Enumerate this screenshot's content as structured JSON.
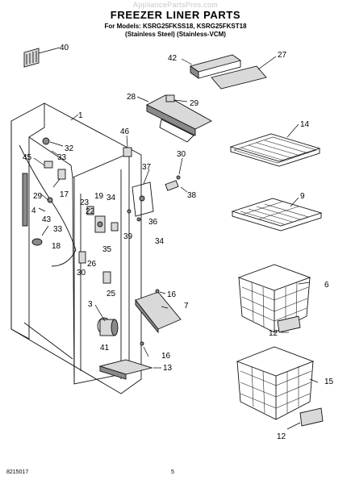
{
  "header": {
    "watermark": "AppliancePartsPros.com",
    "title": "FREEZER LINER PARTS",
    "models_line": "For Models: KSRG25FKSS18, KSRG25FKST18",
    "variants_line": "(Stainless Steel)   (Stainless-VCM)"
  },
  "callouts": [
    "40",
    "1",
    "32",
    "33",
    "45",
    "29",
    "4",
    "43",
    "33",
    "17",
    "46",
    "28",
    "29",
    "42",
    "27",
    "14",
    "30",
    "37",
    "38",
    "23",
    "19",
    "34",
    "22",
    "36",
    "39",
    "34",
    "35",
    "26",
    "30",
    "25",
    "9",
    "6",
    "16",
    "7",
    "3",
    "41",
    "16",
    "13",
    "12",
    "15",
    "12",
    "18"
  ],
  "footer": {
    "doc_number": "8215017",
    "page_number": "5"
  }
}
